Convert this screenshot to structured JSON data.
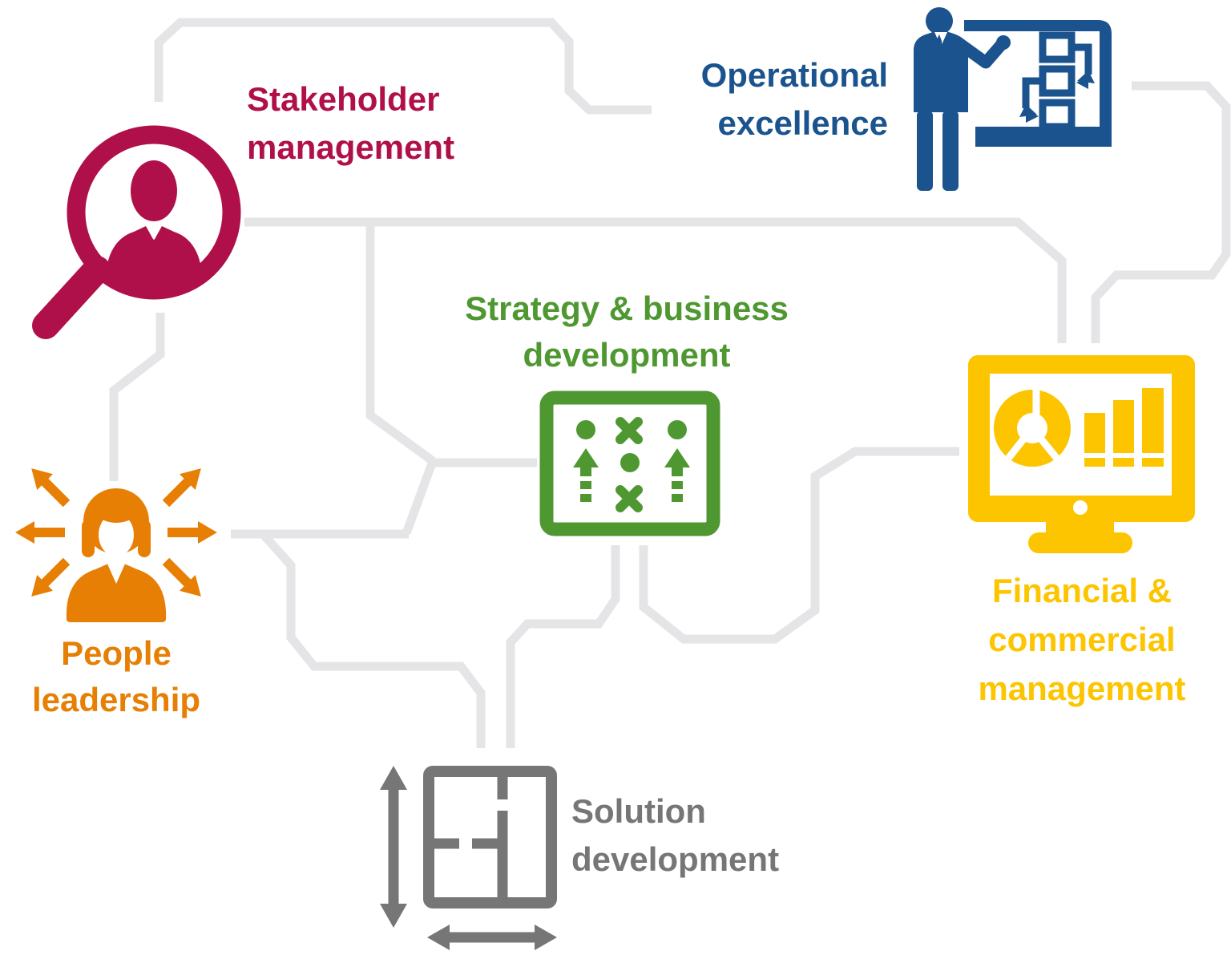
{
  "background": "#ffffff",
  "connector_color": "#e5e5e7",
  "nodes": {
    "stakeholder": {
      "label_lines": [
        "Stakeholder",
        "management"
      ],
      "color": "#b01049",
      "icon": "magnifier-person-icon"
    },
    "operational": {
      "label_lines": [
        "Operational",
        "excellence"
      ],
      "color": "#1a538e",
      "icon": "presenter-flowchart-board-icon"
    },
    "strategy": {
      "label_lines": [
        "Strategy & business",
        "development"
      ],
      "color": "#4f9831",
      "icon": "tactics-board-icon"
    },
    "financial": {
      "label_lines": [
        "Financial &",
        "commercial",
        "management"
      ],
      "color": "#fcc500",
      "icon": "monitor-charts-icon"
    },
    "people": {
      "label_lines": [
        "People",
        "leadership"
      ],
      "color": "#e67f04",
      "icon": "person-radiating-arrows-icon"
    },
    "solution": {
      "label_lines": [
        "Solution",
        "development"
      ],
      "color": "#767676",
      "icon": "floorplan-measure-icon"
    }
  }
}
